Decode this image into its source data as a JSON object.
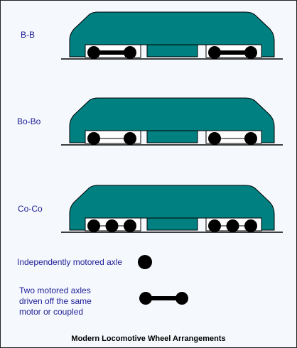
{
  "colors": {
    "body": "#008080",
    "wheel": "#000000",
    "rail": "#000000",
    "label": "#1e1e96",
    "background": "#f5f8fd"
  },
  "locomotives": [
    {
      "label": "B-B",
      "bogies": [
        {
          "wheels": 2,
          "coupled": true
        },
        {
          "wheels": 2,
          "coupled": true
        }
      ]
    },
    {
      "label": "Bo-Bo",
      "bogies": [
        {
          "wheels": 2,
          "coupled": false
        },
        {
          "wheels": 2,
          "coupled": false
        }
      ]
    },
    {
      "label": "Co-Co",
      "bogies": [
        {
          "wheels": 3,
          "coupled": false
        },
        {
          "wheels": 3,
          "coupled": false
        }
      ]
    }
  ],
  "legend": {
    "independent": "Independently motored axle",
    "coupled_line1": "Two motored axles",
    "coupled_line2": "driven off the same",
    "coupled_line3": "motor or coupled"
  },
  "caption": "Modern Locomotive Wheel Arrangements"
}
